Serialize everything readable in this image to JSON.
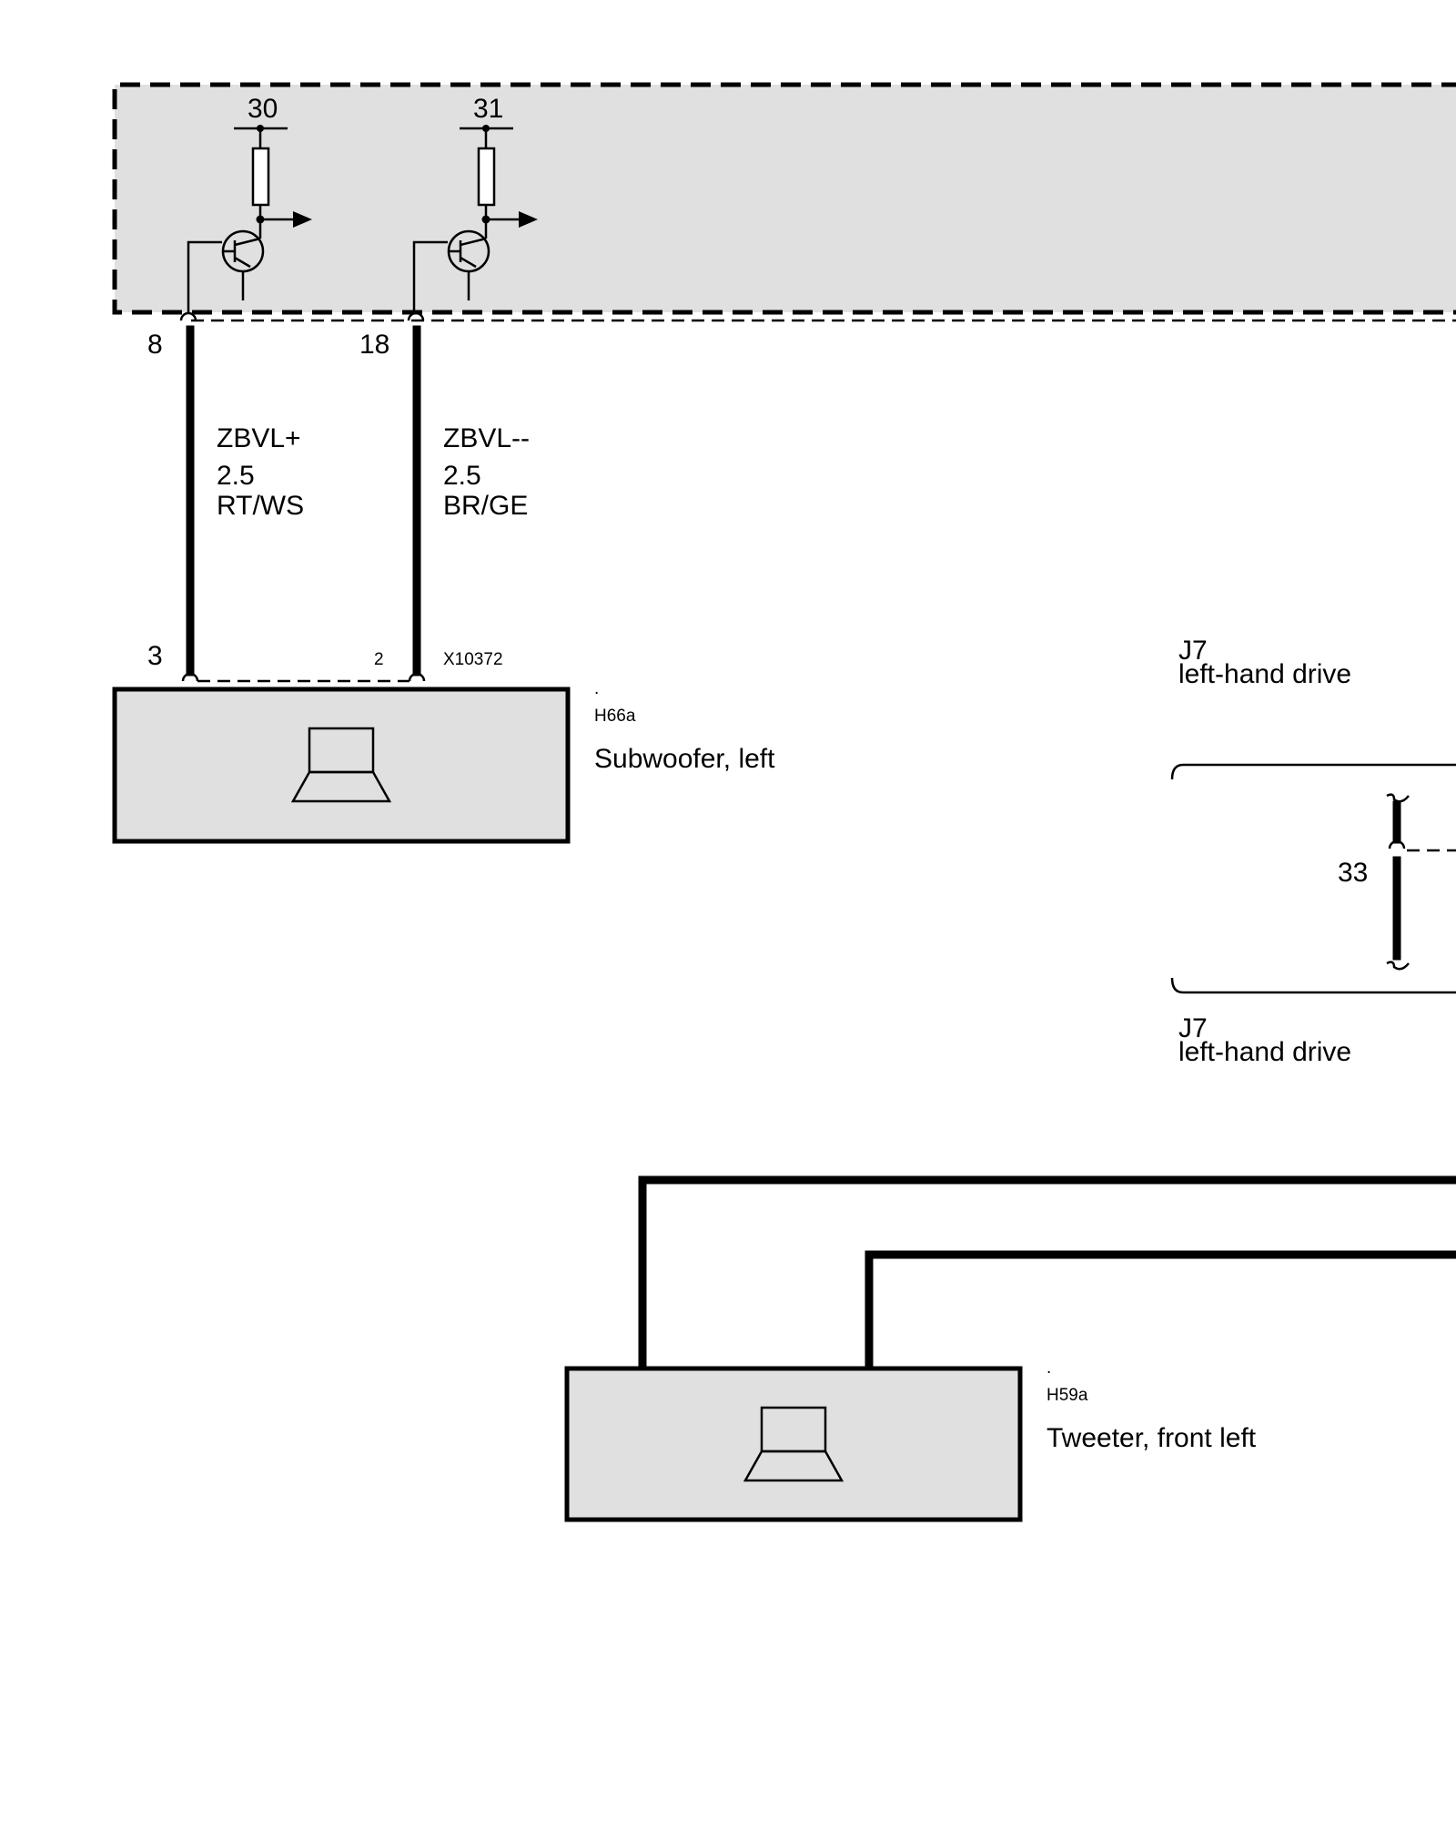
{
  "control_unit": {
    "pins_top": [
      "30",
      "31"
    ],
    "pins_bottom": [
      "8",
      "18"
    ]
  },
  "wires": [
    {
      "name": "ZBVL+",
      "cross_section": "2.5",
      "color": "RT/WS"
    },
    {
      "name": "ZBVL--",
      "cross_section": "2.5",
      "color": "BR/GE"
    }
  ],
  "subwoofer": {
    "connector_pin_left": "3",
    "connector_pin_right": "2",
    "connector_id": "X10372",
    "dot": ".",
    "component_id": "H66a",
    "label": "Subwoofer, left"
  },
  "variant": {
    "code_top": "J7",
    "desc_top": "left-hand drive",
    "pin": "33",
    "code_bottom": "J7",
    "desc_bottom": "left-hand drive"
  },
  "tweeter": {
    "dot": ".",
    "component_id": "H59a",
    "label": "Tweeter, front left"
  },
  "icons": [
    "transistor-icon",
    "resistor-icon",
    "speaker-icon"
  ],
  "colors": {
    "module_fill": "#e0e0e0",
    "line": "#000000"
  }
}
